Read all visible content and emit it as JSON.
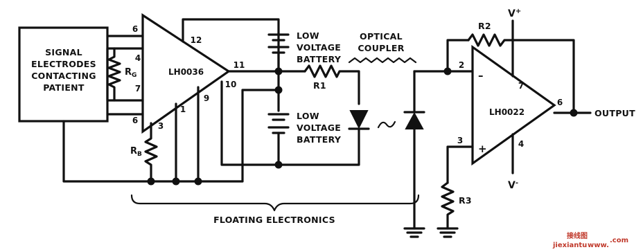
{
  "labels": {
    "signal_box": [
      "SIGNAL",
      "ELECTRODES",
      "CONTACTING",
      "PATIENT"
    ],
    "u1": "LH0036",
    "u2": "LH0022",
    "rg": "R",
    "rg_sub": "G",
    "rb": "R",
    "rb_sub": "B",
    "r1": "R1",
    "r2": "R2",
    "r3": "R3",
    "battery_top": [
      "LOW",
      "VOLTAGE",
      "BATTERY"
    ],
    "battery_bottom": [
      "LOW",
      "VOLTAGE",
      "BATTERY"
    ],
    "optical_coupler": [
      "OPTICAL",
      "COUPLER"
    ],
    "output": "OUTPUT",
    "vplus": "V",
    "vplus_sup": "+",
    "vminus": "V",
    "vminus_sup": "-",
    "floating": "FLOATING ELECTRONICS",
    "minus_sign": "–",
    "plus_sign": "+",
    "u1_pins": [
      "6",
      "4",
      "7",
      "6",
      "12",
      "11",
      "10",
      "3",
      "1",
      "9"
    ],
    "u2_pins": [
      "2",
      "3",
      "7",
      "4",
      "6"
    ],
    "watermark": [
      "接线图",
      "jiexiantu",
      "www.",
      ".com"
    ]
  }
}
